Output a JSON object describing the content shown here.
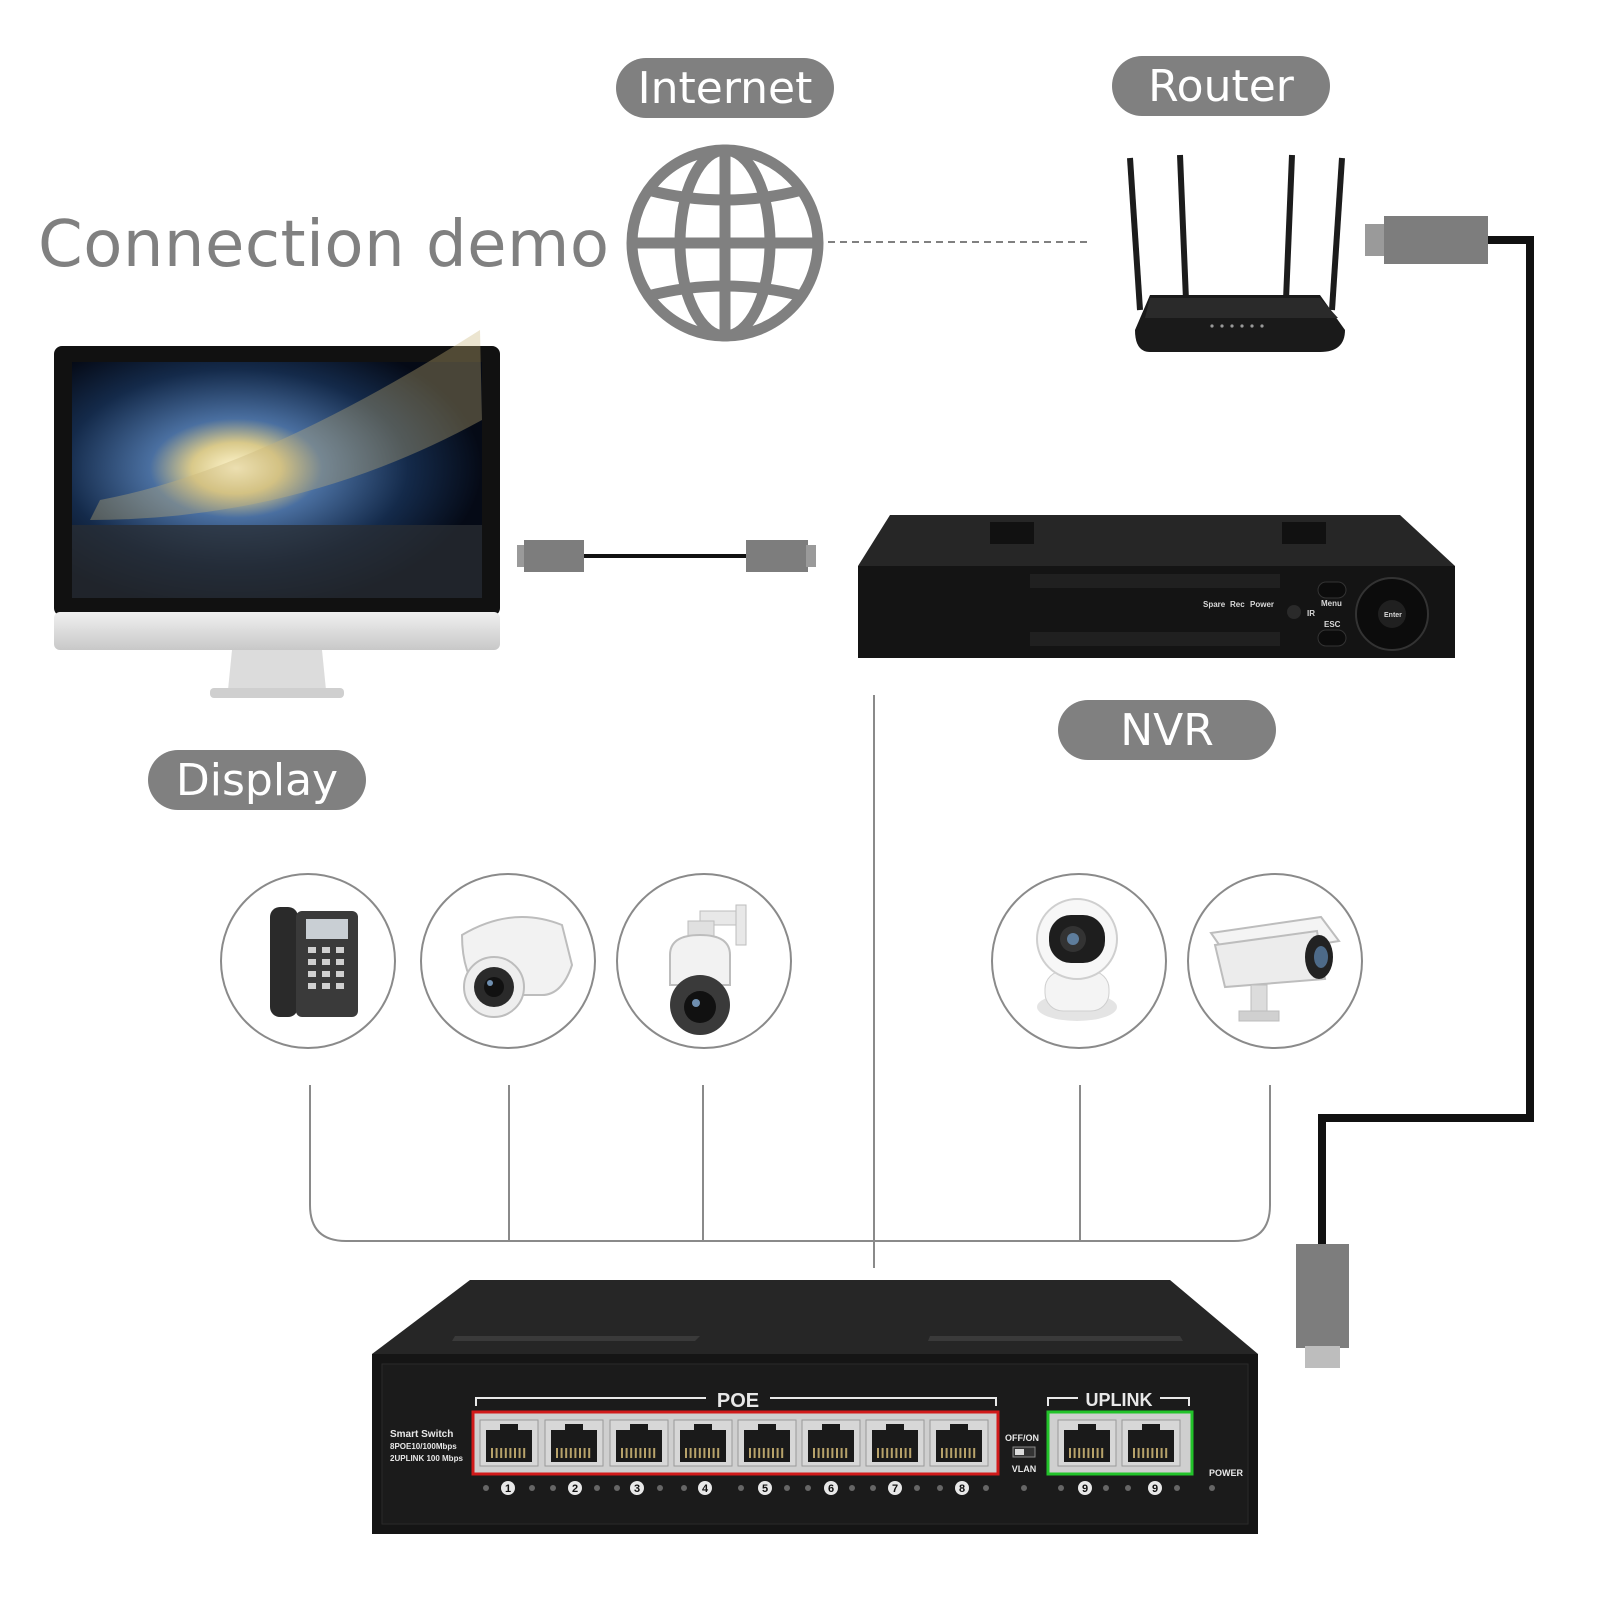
{
  "heading": "Connection demo",
  "labels": {
    "internet": "Internet",
    "router": "Router",
    "display": "Display",
    "nvr": "NVR"
  },
  "nvr_panel": {
    "led_labels": [
      "Spare",
      "Rec",
      "Power"
    ],
    "ir": "IR",
    "menu": "Menu",
    "esc": "ESC",
    "enter": "Enter"
  },
  "end_devices_left": [
    "ip-phone",
    "dome-camera",
    "ptz-camera"
  ],
  "end_devices_right": [
    "indoor-pan-tilt-camera",
    "bullet-camera"
  ],
  "switch": {
    "brand_line1": "Smart Switch",
    "brand_line2": "8POE10/100Mbps",
    "brand_line3": "2UPLINK 100 Mbps",
    "poe_label": "POE",
    "uplink_label": "UPLINK",
    "vlan_top": "OFF/ON",
    "vlan_bottom": "VLAN",
    "power_label": "POWER",
    "poe_port_numbers": [
      "1",
      "2",
      "3",
      "4",
      "5",
      "6",
      "7",
      "8"
    ],
    "uplink_port_numbers": [
      "9",
      "9"
    ],
    "poe_frame_color": "#d11a1a",
    "uplink_frame_color": "#22c32a"
  },
  "colors": {
    "label_pill": "#808080",
    "line_gray": "#8a8a8a",
    "cable_black": "#111111",
    "plug_gray": "#7d7d7d"
  }
}
